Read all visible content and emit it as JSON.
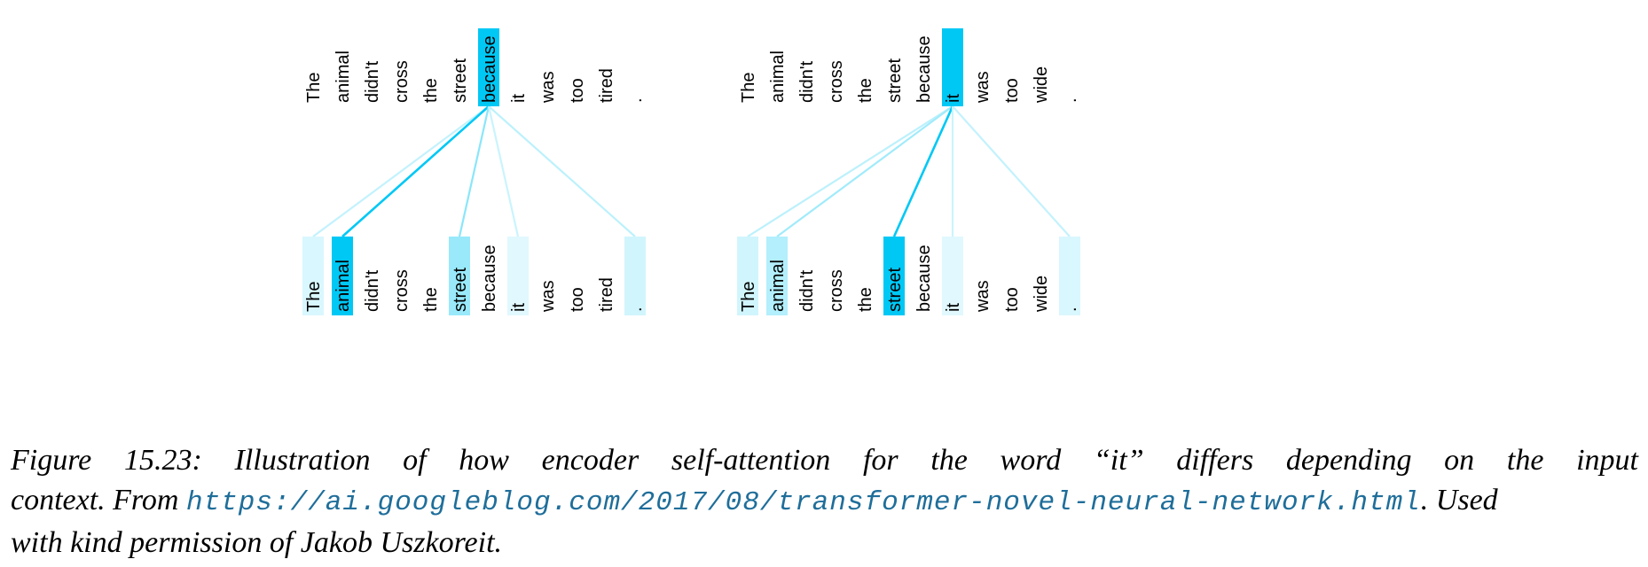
{
  "panels": [
    {
      "query_index": 6,
      "top_tokens": [
        "The",
        "animal",
        "didn't",
        "cross",
        "the",
        "street",
        "because",
        "it",
        "was",
        "too",
        "tired",
        "."
      ],
      "bottom_tokens": [
        "The",
        "animal",
        "didn't",
        "cross",
        "the",
        "street",
        "because",
        "it",
        "was",
        "too",
        "tired",
        "."
      ],
      "attention": [
        0.15,
        1.0,
        0,
        0,
        0,
        0.4,
        0,
        0.12,
        0,
        0,
        0,
        0.18
      ],
      "query_weight": 1.0
    },
    {
      "query_index": 7,
      "top_tokens": [
        "The",
        "animal",
        "didn't",
        "cross",
        "the",
        "street",
        "because",
        "it",
        "was",
        "too",
        "wide",
        "."
      ],
      "bottom_tokens": [
        "The",
        "animal",
        "didn't",
        "cross",
        "the",
        "street",
        "because",
        "it",
        "was",
        "too",
        "wide",
        "."
      ],
      "attention": [
        0.18,
        0.3,
        0,
        0,
        0,
        1.0,
        0,
        0.12,
        0,
        0,
        0,
        0.15
      ],
      "query_weight": 1.0
    }
  ],
  "colors": {
    "highlight": "#00c8f5",
    "text": "#000000",
    "link": "#1f6e9a"
  },
  "caption": {
    "lead": "Figure 15.23: Illustration of how encoder self-attention for the word “it” differs depending on the input",
    "pre_url": "context. From ",
    "url": "https://ai.googleblog.com/2017/08/transformer-novel-neural-network.html",
    "post_url": ". Used",
    "tail": "with kind permission of Jakob Uszkoreit."
  }
}
